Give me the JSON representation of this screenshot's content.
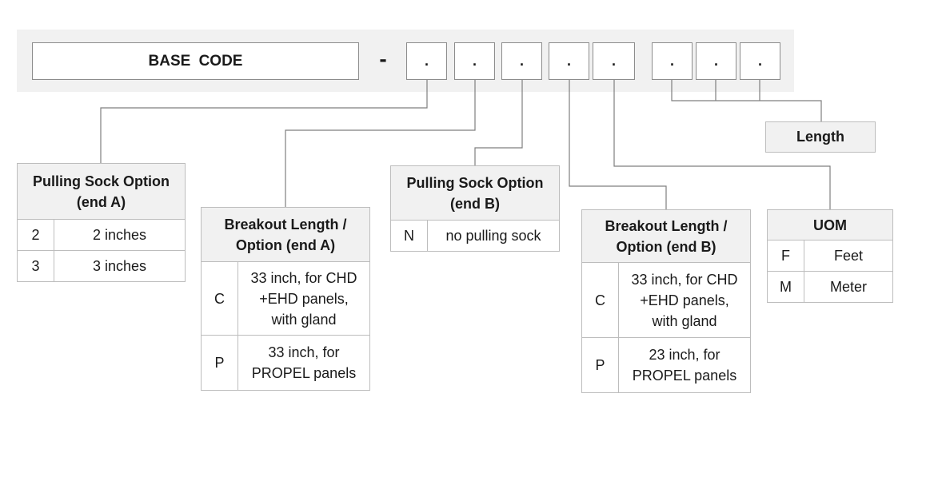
{
  "header": {
    "base_code": "BASE  CODE",
    "separator": "-",
    "slots": [
      ".",
      ".",
      ".",
      ".",
      ".",
      ".",
      ".",
      "."
    ]
  },
  "length": {
    "label": "Length"
  },
  "tables": {
    "pulling_sock_a": {
      "title_line1": "Pulling Sock Option",
      "title_line2": "(end A)",
      "rows": [
        {
          "code": "2",
          "desc": "2 inches"
        },
        {
          "code": "3",
          "desc": "3 inches"
        }
      ]
    },
    "breakout_a": {
      "title_line1": "Breakout Length /",
      "title_line2": "Option (end A)",
      "rows": [
        {
          "code": "C",
          "desc_lines": [
            "33 inch, for CHD",
            "+EHD panels,",
            "with gland"
          ]
        },
        {
          "code": "P",
          "desc_lines": [
            "33 inch, for",
            "PROPEL panels"
          ]
        }
      ]
    },
    "pulling_sock_b": {
      "title_line1": "Pulling Sock Option",
      "title_line2": "(end B)",
      "rows": [
        {
          "code": "N",
          "desc": "no pulling sock"
        }
      ]
    },
    "breakout_b": {
      "title_line1": "Breakout Length /",
      "title_line2": "Option (end B)",
      "rows": [
        {
          "code": "C",
          "desc_lines": [
            "33 inch, for CHD",
            "+EHD panels,",
            "with gland"
          ]
        },
        {
          "code": "P",
          "desc_lines": [
            "23 inch, for",
            "PROPEL panels"
          ]
        }
      ]
    },
    "uom": {
      "title": "UOM",
      "rows": [
        {
          "code": "F",
          "desc": "Feet"
        },
        {
          "code": "M",
          "desc": "Meter"
        }
      ]
    }
  }
}
